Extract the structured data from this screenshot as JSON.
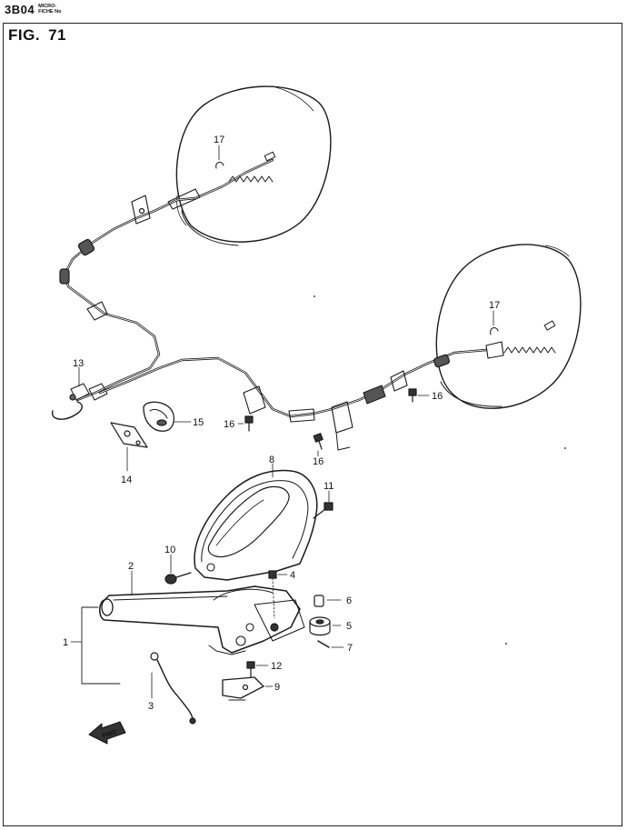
{
  "header": {
    "code": "3B04",
    "microfiche_line1": "MICRO-",
    "microfiche_line2": "FICHE No"
  },
  "figure": {
    "prefix": "FIG.",
    "number": "71"
  },
  "callouts": [
    {
      "id": "callout-1",
      "label": "1"
    },
    {
      "id": "callout-2",
      "label": "2"
    },
    {
      "id": "callout-3",
      "label": "3"
    },
    {
      "id": "callout-4",
      "label": "4"
    },
    {
      "id": "callout-5",
      "label": "5"
    },
    {
      "id": "callout-6",
      "label": "6"
    },
    {
      "id": "callout-7",
      "label": "7"
    },
    {
      "id": "callout-8",
      "label": "8"
    },
    {
      "id": "callout-9",
      "label": "9"
    },
    {
      "id": "callout-10",
      "label": "10"
    },
    {
      "id": "callout-11",
      "label": "11"
    },
    {
      "id": "callout-12",
      "label": "12"
    },
    {
      "id": "callout-13",
      "label": "13"
    },
    {
      "id": "callout-14",
      "label": "14"
    },
    {
      "id": "callout-15",
      "label": "15"
    },
    {
      "id": "callout-16a",
      "label": "16"
    },
    {
      "id": "callout-16b",
      "label": "16"
    },
    {
      "id": "callout-16c",
      "label": "16"
    },
    {
      "id": "callout-17a",
      "label": "17"
    },
    {
      "id": "callout-17b",
      "label": "17"
    }
  ],
  "fwd_arrow_label": "FWD"
}
